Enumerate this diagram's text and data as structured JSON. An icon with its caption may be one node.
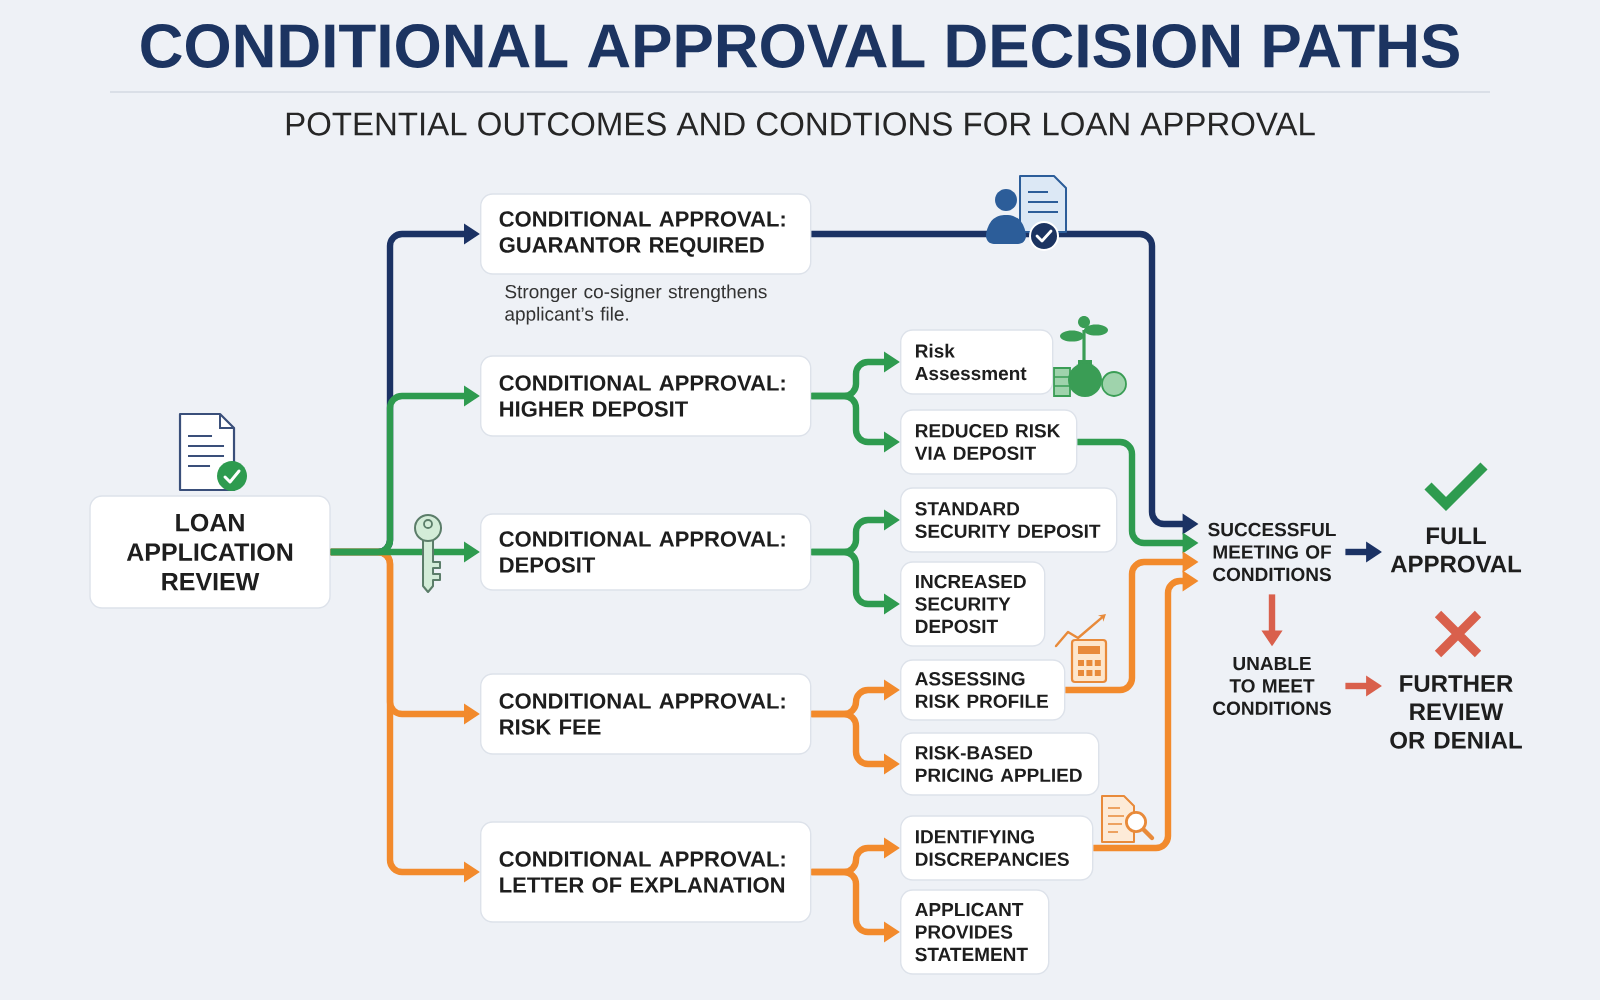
{
  "diagram": {
    "title": "CONDITIONAL APPROVAL DECISION PATHS",
    "nodes": [
      {
        "text": [
          "LOAN APPLICATION REVIEW"
        ]
      },
      {
        "text": [
          "CONDITIONAL APPROVAL: GUARANTOR REQUIRED"
        ],
        "beside": [
          "Stronger co-signer strengthens applicant’s file."
        ]
      },
      {
        "text": [
          "CONDITIONAL APPROVAL: HIGHER DEPOSIT"
        ]
      },
      {
        "text": [
          "CONDITIONAL APPROVAL: DEPOSIT"
        ]
      },
      {
        "text": [
          "CONDITIONAL APPROVAL: RISK FEE"
        ]
      },
      {
        "text": [
          "CONDITIONAL APPROVAL: LETTER OF EXPLANATION"
        ]
      },
      {
        "text": [
          "Risk Assessment"
        ]
      },
      {
        "text": [
          "REDUCED RISK VIA DEPOSIT"
        ]
      },
      {
        "text": [
          "STANDARD SECURITY DEPOSIT"
        ]
      },
      {
        "text": [
          "INCREASED SECURITY DEPOSIT"
        ]
      },
      {
        "text": [
          "ASSESSING RISK PROFILE"
        ]
      },
      {
        "text": [
          "RISK-BASED PRICING APPLIED"
        ]
      },
      {
        "text": [
          "IDENTIFYING DISCREPANCIES"
        ]
      },
      {
        "text": [
          "APPLICANT PROVIDES STATEMENT"
        ]
      },
      {
        "text": [
          "SUCCESSFUL MEETING OF CONDITIONS"
        ]
      },
      {
        "text": [
          "FULL APPROVAL"
        ]
      },
      {
        "text": [
          "UNABLE TO MEET CONDITIONS"
        ]
      },
      {
        "text": [
          "FURTHER REVIEW OR DENIAL"
        ]
      }
    ],
    "edges": [
      {
        "from": 0,
        "to": 1,
        "arrow": "to",
        "color": "#1b3264"
      },
      {
        "from": 0,
        "to": 2,
        "arrow": "to",
        "color": "#2e9b4f"
      },
      {
        "from": 0,
        "to": 3,
        "arrow": "to",
        "color": "#2e9b4f"
      },
      {
        "from": 0,
        "to": 4,
        "arrow": "to"
      },
      {
        "from": 0,
        "to": 5,
        "arrow": "to"
      },
      {
        "from": 1,
        "to": 14,
        "arrow": "to",
        "color": "#1b3264"
      },
      {
        "from": 2,
        "to": 6,
        "arrow": "to",
        "color": "#2e9b4f"
      },
      {
        "from": 2,
        "to": 7,
        "arrow": "to",
        "color": "#2e9b4f"
      },
      {
        "from": 3,
        "to": 8,
        "arrow": "to",
        "color": "#2e9b4f"
      },
      {
        "from": 3,
        "to": 9,
        "arrow": "to",
        "color": "#2e9b4f"
      },
      {
        "from": 7,
        "to": 14,
        "arrow": "to",
        "color": "#2e9b4f"
      },
      {
        "from": 4,
        "to": 10,
        "arrow": "to"
      },
      {
        "from": 4,
        "to": 11,
        "arrow": "to"
      },
      {
        "from": 5,
        "to": 12,
        "arrow": "to"
      },
      {
        "from": 5,
        "to": 13,
        "arrow": "to"
      },
      {
        "from": 10,
        "to": 14,
        "arrow": "to"
      },
      {
        "from": 12,
        "to": 14,
        "arrow": "to"
      },
      {
        "from": 14,
        "to": 15,
        "arrow": "to",
        "color": "#1b3264"
      },
      {
        "from": 14,
        "to": 16,
        "arrow": "to",
        "color": "#d9604c"
      },
      {
        "from": 16,
        "to": 17,
        "arrow": "to",
        "color": "#d9604c"
      }
    ],
    "labels": [
      "POTENTIAL OUTCOMES AND CONDTIONS FOR LOAN APPROVAL"
    ]
  }
}
